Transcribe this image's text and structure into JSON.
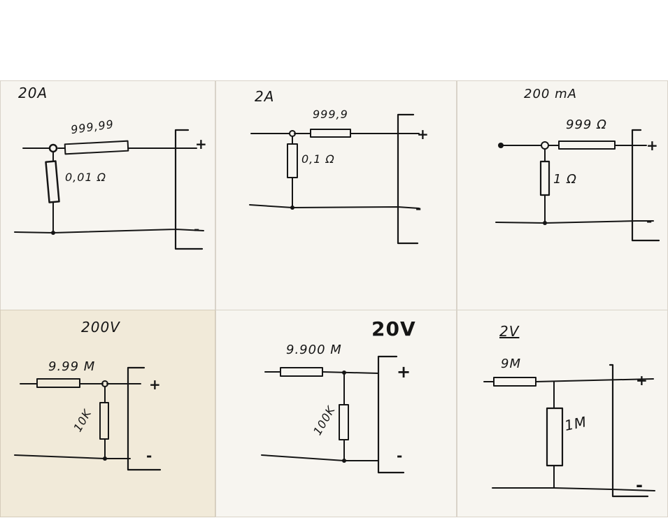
{
  "panels": [
    {
      "range": "20A",
      "series_resistor": "999,99",
      "shunt_resistor": "0,01 Ω",
      "plus": "+",
      "minus": "-"
    },
    {
      "range": "2A",
      "series_resistor": "999,9",
      "shunt_resistor": "0,1 Ω",
      "plus": "+",
      "minus": "-"
    },
    {
      "range": "200 mA",
      "series_resistor": "999 Ω",
      "shunt_resistor": "1 Ω",
      "plus": "+",
      "minus": "-"
    },
    {
      "range": "200V",
      "series_resistor": "9.99 M",
      "shunt_resistor": "10K",
      "plus": "+",
      "minus": "-"
    },
    {
      "range": "20V",
      "series_resistor": "9.900 M",
      "shunt_resistor": "100K",
      "plus": "+",
      "minus": "-"
    },
    {
      "range": "2V",
      "series_resistor": "9M",
      "shunt_resistor": "1M",
      "plus": "+",
      "minus": "-"
    }
  ]
}
